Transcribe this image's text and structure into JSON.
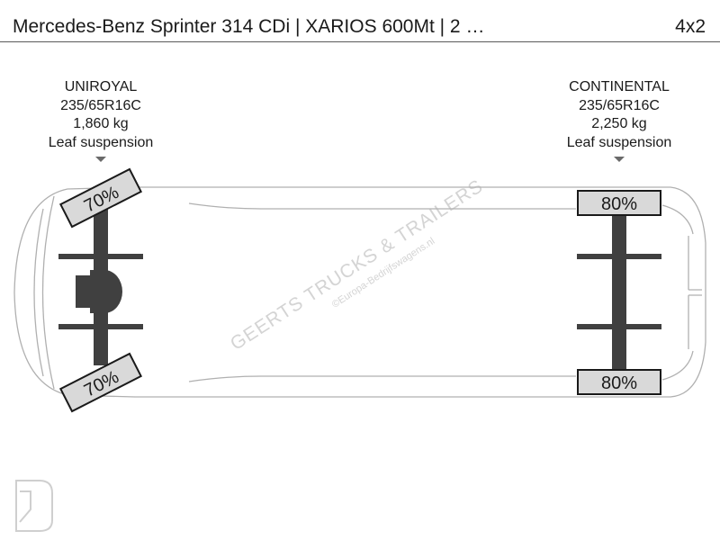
{
  "header": {
    "title": "Mercedes-Benz Sprinter 314 CDi | XARIOS 600Mt | 2 …",
    "configuration": "4x2"
  },
  "axles": [
    {
      "position": "front",
      "brand": "UNIROYAL",
      "tire_size": "235/65R16C",
      "load": "1,860 kg",
      "suspension": "Leaf suspension",
      "tire_left_tread": "70%",
      "tire_right_tread": "70%"
    },
    {
      "position": "rear",
      "brand": "CONTINENTAL",
      "tire_size": "235/65R16C",
      "load": "2,250 kg",
      "suspension": "Leaf suspension",
      "tire_left_tread": "80%",
      "tire_right_tread": "80%"
    }
  ],
  "watermark": {
    "line1": "GEERTS TRUCKS & TRAILERS",
    "line2": "©Europa-Bedrijfswagens.nl"
  },
  "colors": {
    "outline": "#b0b0b0",
    "axle": "#404040",
    "tire_fill": "#d9d9d9",
    "marker": "#6a6a6a",
    "watermark": "#d4d4d4"
  },
  "icons": {
    "marker": "caret-down-icon",
    "logo": "site-logo-icon"
  }
}
